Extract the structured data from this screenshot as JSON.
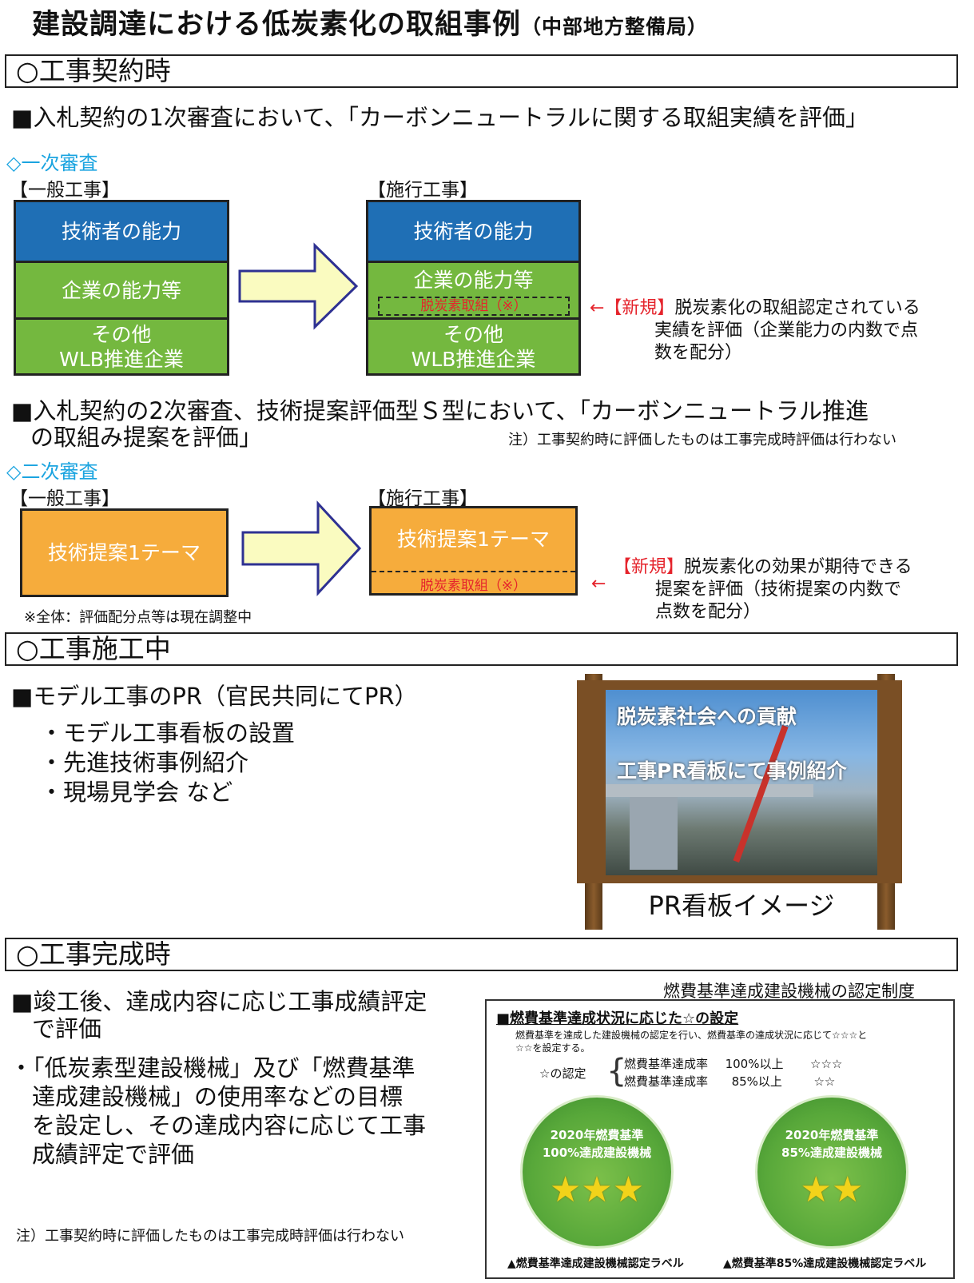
{
  "title": {
    "main": "建設調達における低炭素化の取組事例",
    "sub": "（中部地方整備局）"
  },
  "sections": {
    "contract": "○工事契約時",
    "construction": "○工事施工中",
    "completion": "○工事完成時"
  },
  "contract": {
    "bullet1": "■入札契約の1次審査において、「カーボンニュートラルに関する取組実績を評価」",
    "stage1": "◇一次審査",
    "general": "【一般工事】",
    "trial": "【施行工事】",
    "cells": {
      "engineer": "技術者の能力",
      "company": "企業の能力等",
      "other1": "その他",
      "other2": "WLB推進企業",
      "decarb": "脱炭素取組（※）"
    },
    "new1": {
      "tag": "←【新規】",
      "line1": "脱炭素化の取組認定されている",
      "line2": "実績を評価（企業能力の内数で点",
      "line3": "数を配分）"
    },
    "bullet2_line1": "■入札契約の2次審査、技術提案評価型Ｓ型において、「カーボンニュートラル推進",
    "bullet2_line2": "の取組み提案を評価」",
    "note_top": "注）工事契約時に評価したものは工事完成時評価は行わない",
    "stage2": "◇二次審査",
    "proposal": "技術提案1テーマ",
    "new2": {
      "arrow": "←",
      "tag": "【新規】",
      "line1": "脱炭素化の効果が期待できる",
      "line2": "提案を評価（技術提案の内数で",
      "line3": "点数を配分）"
    },
    "overall_note": "※全体：評価配分点等は現在調整中"
  },
  "construction": {
    "bullet": "■モデル工事のPR（官民共同にてPR）",
    "items": [
      "・モデル工事看板の設置",
      "・先進技術事例紹介",
      "・現場見学会 など"
    ],
    "board": {
      "text1": "脱炭素社会への貢献",
      "text2": "工事PR看板にて事例紹介",
      "caption": "PR看板イメージ"
    }
  },
  "completion": {
    "bullet_line1": "■竣工後、達成内容に応じ工事成績評定",
    "bullet_line2": "で評価",
    "para": [
      "・「低炭素型建設機械」及び「燃費基準",
      "達成建設機械」の使用率などの目標",
      "を設定し、その達成内容に応じて工事",
      "成績評定で評価"
    ],
    "note": "注）工事契約時に評価したものは工事完成時評価は行わない",
    "cert": {
      "caption": "燃費基準達成建設機械の認定制度",
      "heading": "■燃費基準達成状況に応じた☆の設定",
      "desc1": "燃費基準を達成した建設機械の認定を行い、燃費基準の達成状況に応じて☆☆☆と",
      "desc2": "☆☆を設定する。",
      "star_label": "☆の認定",
      "row1": {
        "name": "燃費基準達成率",
        "value": "100%以上",
        "stars": "☆☆☆"
      },
      "row2": {
        "name": "燃費基準達成率",
        "value": "85%以上",
        "stars": "☆☆"
      },
      "label1": {
        "line1": "2020年燃費基準",
        "line2": "100%達成建設機械",
        "stars": "★★★",
        "caption": "▲燃費基準達成建設機械認定ラベル"
      },
      "label2": {
        "line1": "2020年燃費基準",
        "line2": "85%達成建設機械",
        "stars": "★★",
        "caption": "▲燃費基準85%達成建設機械認定ラベル"
      }
    }
  }
}
